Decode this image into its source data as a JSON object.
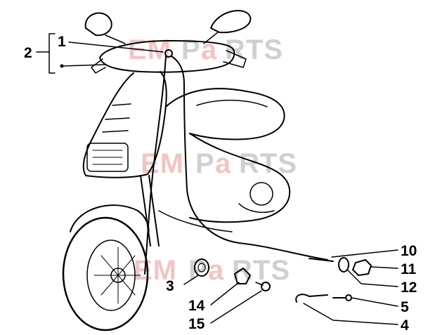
{
  "watermark": {
    "prefix": "EM",
    "small": "parts",
    "brand_a": "P",
    "brand_b": "a",
    "brand_c": "RTS"
  },
  "callouts": {
    "n1": "1",
    "n2": "2",
    "n3": "3",
    "n4": "4",
    "n5": "5",
    "n10": "10",
    "n11": "11",
    "n12": "12",
    "n14": "14",
    "n15": "15"
  },
  "colors": {
    "ink": "#000000",
    "watermark_red": "#e8a0a0",
    "watermark_grey": "#ababab"
  }
}
